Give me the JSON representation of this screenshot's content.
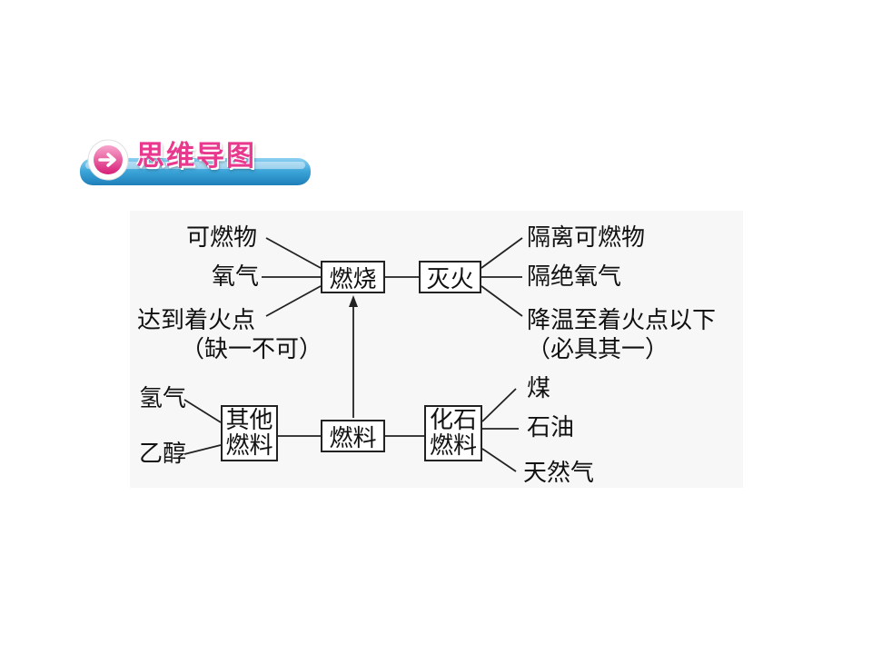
{
  "header": {
    "title": "思维导图",
    "icon": "arrow-right-circle-icon",
    "accent": "#e8398f",
    "bar_color": "#3aa3d8"
  },
  "diagram": {
    "nodes": {
      "combustion": "燃烧",
      "extinguish": "灭火",
      "fuel": "燃料",
      "other_fuels": [
        "其他",
        "燃料"
      ],
      "fossil_fuels": [
        "化石",
        "燃料"
      ]
    },
    "conditions": [
      "可燃物",
      "氧气",
      "达到着火点",
      "（缺一不可）"
    ],
    "methods": [
      "隔离可燃物",
      "隔绝氧气",
      "降温至着火点以下",
      "（必具其一）"
    ],
    "other_fuel_items": [
      "氢气",
      "乙醇"
    ],
    "fossil_fuel_items": [
      "煤",
      "石油",
      "天然气"
    ]
  }
}
